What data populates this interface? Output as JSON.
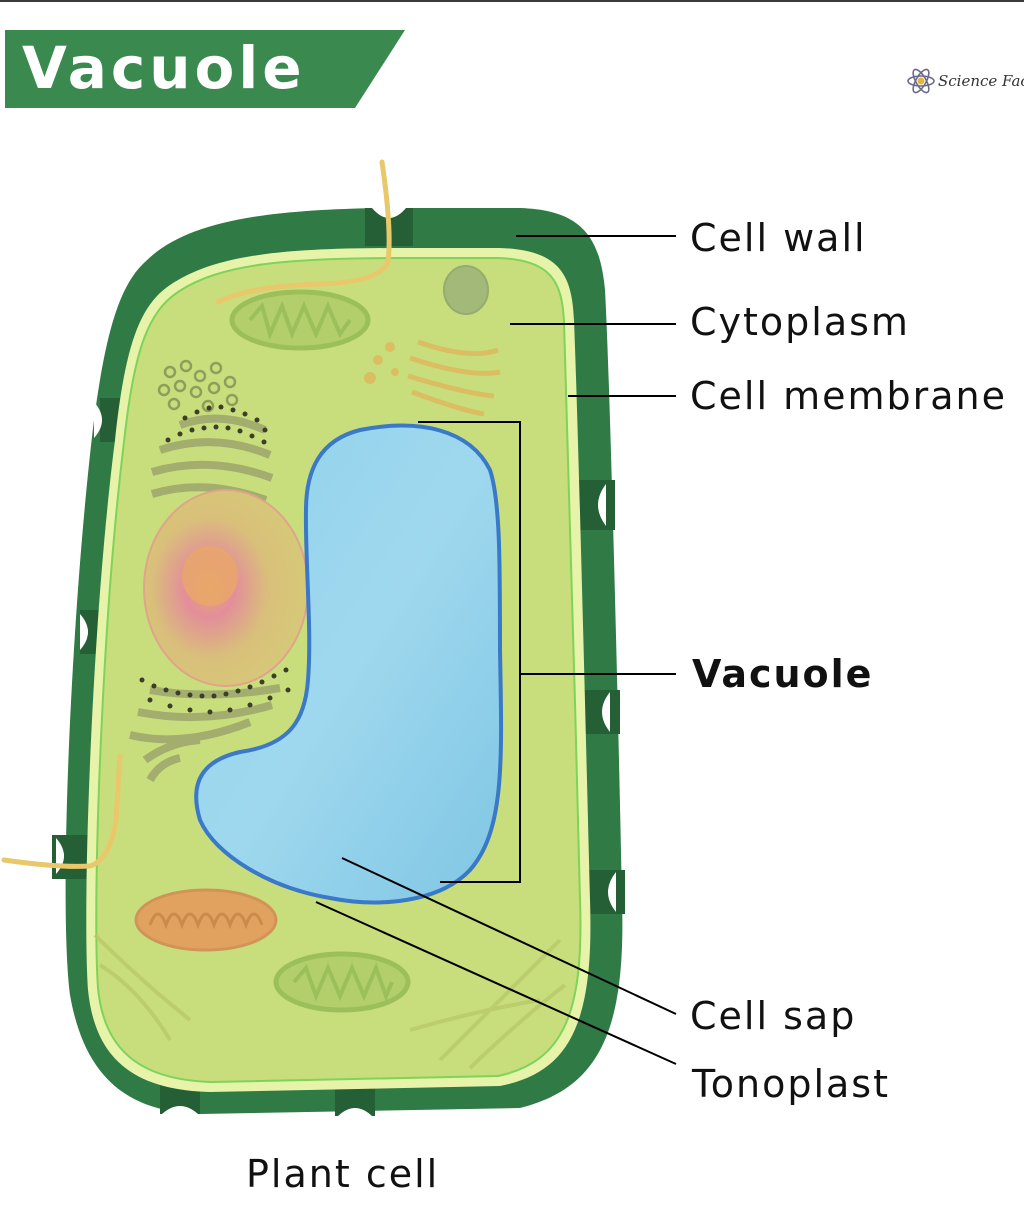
{
  "header": {
    "title": "Vacuole",
    "brand_color": "#3a8a4f",
    "logo_icon": "atom-icon",
    "logo_text": "Science Fac"
  },
  "diagram": {
    "labels": {
      "cell_wall": "Cell wall",
      "cytoplasm": "Cytoplasm",
      "cell_membrane": "Cell membrane",
      "vacuole": "Vacuole",
      "cell_sap": "Cell sap",
      "tonoplast": "Tonoplast"
    },
    "caption": "Plant cell",
    "colors": {
      "cell_wall": "#2f7a45",
      "cytoplasm": "#c8de7c",
      "membrane": "#7ed35a",
      "vacuole": "#8fd0ea",
      "tonoplast": "#3a78c8"
    }
  }
}
